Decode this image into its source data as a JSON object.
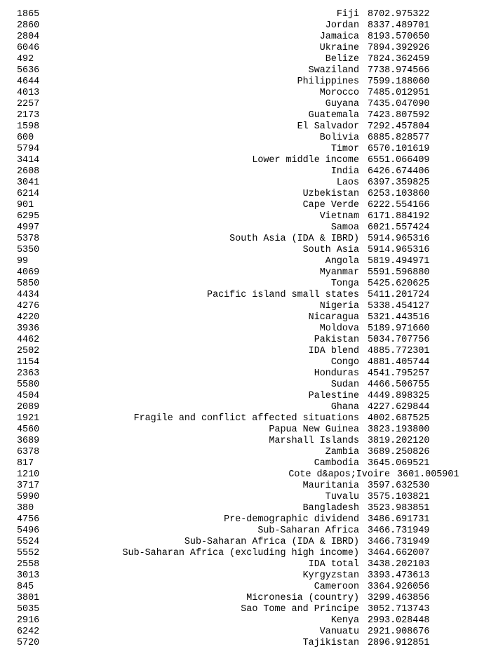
{
  "rows": [
    {
      "id": "1865",
      "name": "Fiji",
      "value": "8702.975322"
    },
    {
      "id": "2860",
      "name": "Jordan",
      "value": "8337.489701"
    },
    {
      "id": "2804",
      "name": "Jamaica",
      "value": "8193.570650"
    },
    {
      "id": "6046",
      "name": "Ukraine",
      "value": "7894.392926"
    },
    {
      "id": "492",
      "name": "Belize",
      "value": "7824.362459"
    },
    {
      "id": "5636",
      "name": "Swaziland",
      "value": "7738.974566"
    },
    {
      "id": "4644",
      "name": "Philippines",
      "value": "7599.188060"
    },
    {
      "id": "4013",
      "name": "Morocco",
      "value": "7485.012951"
    },
    {
      "id": "2257",
      "name": "Guyana",
      "value": "7435.047090"
    },
    {
      "id": "2173",
      "name": "Guatemala",
      "value": "7423.807592"
    },
    {
      "id": "1598",
      "name": "El Salvador",
      "value": "7292.457804"
    },
    {
      "id": "600",
      "name": "Bolivia",
      "value": "6885.828577"
    },
    {
      "id": "5794",
      "name": "Timor",
      "value": "6570.101619"
    },
    {
      "id": "3414",
      "name": "Lower middle income",
      "value": "6551.066409"
    },
    {
      "id": "2608",
      "name": "India",
      "value": "6426.674406"
    },
    {
      "id": "3041",
      "name": "Laos",
      "value": "6397.359825"
    },
    {
      "id": "6214",
      "name": "Uzbekistan",
      "value": "6253.103860"
    },
    {
      "id": "901",
      "name": "Cape Verde",
      "value": "6222.554166"
    },
    {
      "id": "6295",
      "name": "Vietnam",
      "value": "6171.884192"
    },
    {
      "id": "4997",
      "name": "Samoa",
      "value": "6021.557424"
    },
    {
      "id": "5378",
      "name": "South Asia (IDA & IBRD)",
      "value": "5914.965316"
    },
    {
      "id": "5350",
      "name": "South Asia",
      "value": "5914.965316"
    },
    {
      "id": "99",
      "name": "Angola",
      "value": "5819.494971"
    },
    {
      "id": "4069",
      "name": "Myanmar",
      "value": "5591.596880"
    },
    {
      "id": "5850",
      "name": "Tonga",
      "value": "5425.620625"
    },
    {
      "id": "4434",
      "name": "Pacific island small states",
      "value": "5411.201724"
    },
    {
      "id": "4276",
      "name": "Nigeria",
      "value": "5338.454127"
    },
    {
      "id": "4220",
      "name": "Nicaragua",
      "value": "5321.443516"
    },
    {
      "id": "3936",
      "name": "Moldova",
      "value": "5189.971660"
    },
    {
      "id": "4462",
      "name": "Pakistan",
      "value": "5034.707756"
    },
    {
      "id": "2502",
      "name": "IDA blend",
      "value": "4885.772301"
    },
    {
      "id": "1154",
      "name": "Congo",
      "value": "4881.405744"
    },
    {
      "id": "2363",
      "name": "Honduras",
      "value": "4541.795257"
    },
    {
      "id": "5580",
      "name": "Sudan",
      "value": "4466.506755"
    },
    {
      "id": "4504",
      "name": "Palestine",
      "value": "4449.898325"
    },
    {
      "id": "2089",
      "name": "Ghana",
      "value": "4227.629844"
    },
    {
      "id": "1921",
      "name": "Fragile and conflict affected situations",
      "value": "4002.687525"
    },
    {
      "id": "4560",
      "name": "Papua New Guinea",
      "value": "3823.193800"
    },
    {
      "id": "3689",
      "name": "Marshall Islands",
      "value": "3819.202120"
    },
    {
      "id": "6378",
      "name": "Zambia",
      "value": "3689.250826"
    },
    {
      "id": "817",
      "name": "Cambodia",
      "value": "3645.069521"
    },
    {
      "id": "1210",
      "name": "Cote d&apos;Ivoire",
      "value": "3601.005901",
      "wide": true
    },
    {
      "id": "3717",
      "name": "Mauritania",
      "value": "3597.632530"
    },
    {
      "id": "5990",
      "name": "Tuvalu",
      "value": "3575.103821"
    },
    {
      "id": "380",
      "name": "Bangladesh",
      "value": "3523.983851"
    },
    {
      "id": "4756",
      "name": "Pre-demographic dividend",
      "value": "3486.691731"
    },
    {
      "id": "5496",
      "name": "Sub-Saharan Africa",
      "value": "3466.731949"
    },
    {
      "id": "5524",
      "name": "Sub-Saharan Africa (IDA & IBRD)",
      "value": "3466.731949"
    },
    {
      "id": "5552",
      "name": "Sub-Saharan Africa (excluding high income)",
      "value": "3464.662007"
    },
    {
      "id": "2558",
      "name": "IDA total",
      "value": "3438.202103"
    },
    {
      "id": "3013",
      "name": "Kyrgyzstan",
      "value": "3393.473613"
    },
    {
      "id": "845",
      "name": "Cameroon",
      "value": "3364.926056"
    },
    {
      "id": "3801",
      "name": "Micronesia (country)",
      "value": "3299.463856"
    },
    {
      "id": "5035",
      "name": "Sao Tome and Principe",
      "value": "3052.713743"
    },
    {
      "id": "2916",
      "name": "Kenya",
      "value": "2993.028448"
    },
    {
      "id": "6242",
      "name": "Vanuatu",
      "value": "2921.908676"
    },
    {
      "id": "5720",
      "name": "Tajikistan",
      "value": "2896.912851"
    }
  ]
}
